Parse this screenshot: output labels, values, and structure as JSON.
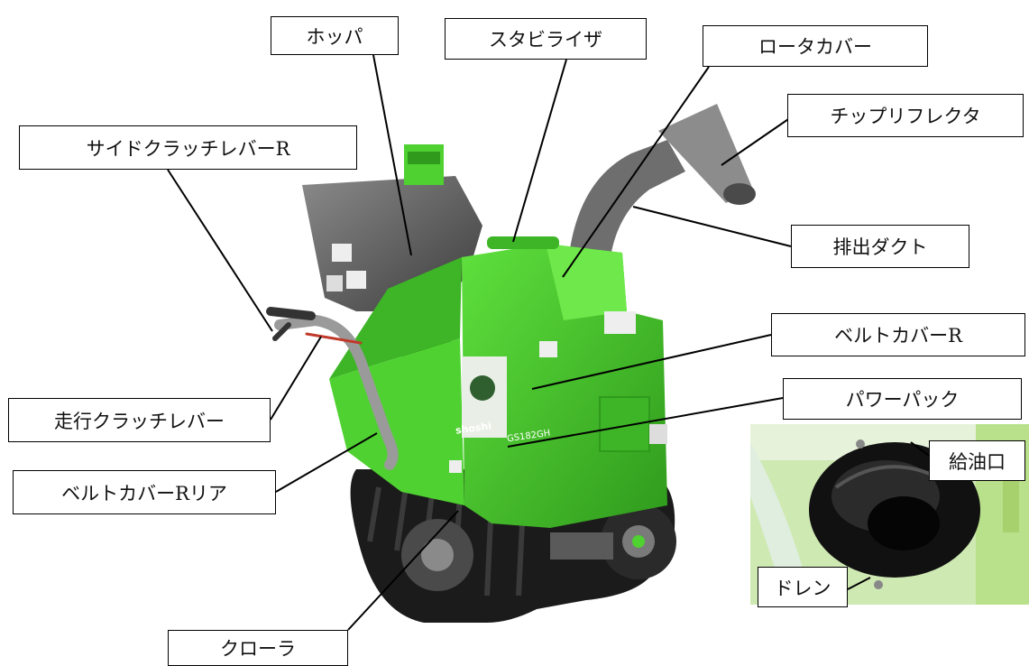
{
  "labels": {
    "hopper": "ホッパ",
    "stabilizer": "スタビライザ",
    "rotor_cover": "ロータカバー",
    "chip_reflector": "チップリフレクタ",
    "side_clutch_lever_r": "サイドクラッチレバーR",
    "discharge_duct": "排出ダクト",
    "belt_cover_r": "ベルトカバーR",
    "power_pack": "パワーパック",
    "travel_clutch_lever": "走行クラッチレバー",
    "belt_cover_r_rear": "ベルトカバーRリア",
    "crawler": "クローラ",
    "oil_filler": "給油口",
    "drain": "ドレン"
  },
  "machine": {
    "brand_text": "shoshi",
    "model_text": "GS182GH"
  },
  "colors": {
    "body_green": "#4fd131",
    "dark_green": "#2f9a1c",
    "hopper_gray": "#5a5a5a",
    "duct_gray": "#707070",
    "track_black": "#1b1b1b"
  }
}
